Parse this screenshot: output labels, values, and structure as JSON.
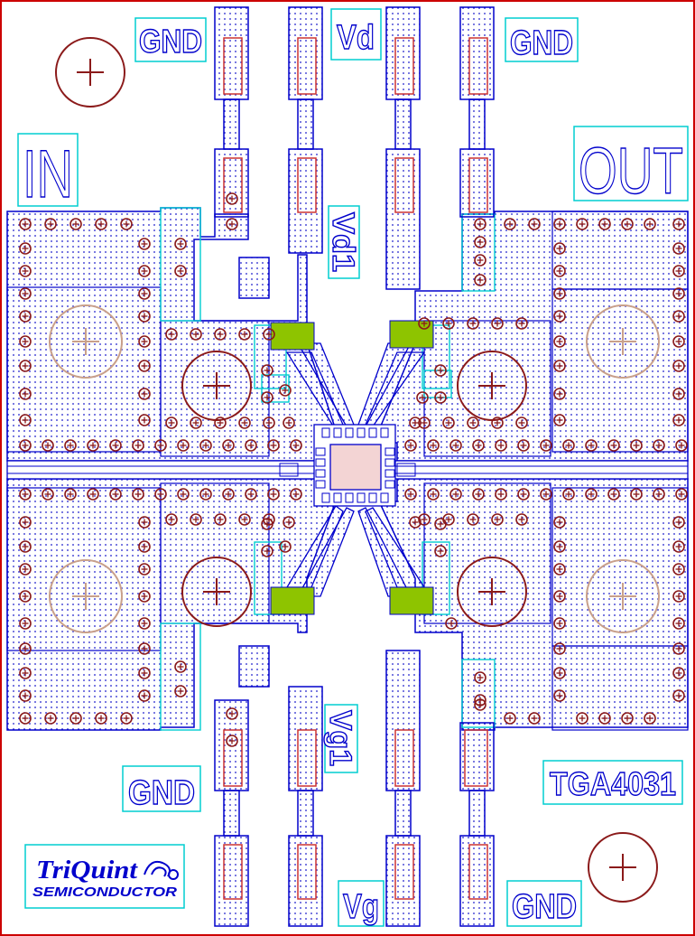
{
  "board": {
    "labels": {
      "gnd_top_left": "GND",
      "vd_top": "Vd",
      "gnd_top_right": "GND",
      "in": "IN",
      "out": "OUT",
      "vd1": "Vd1",
      "vg1": "Vg1",
      "gnd_bottom_left": "GND",
      "part_number": "TGA4031",
      "vg_bottom": "Vg",
      "gnd_bottom_right": "GND"
    },
    "logo": {
      "name": "TriQuint",
      "sub": "SEMICONDUCTOR"
    }
  },
  "colors": {
    "outline": "#cc0000",
    "metal": "#0000cc",
    "dots": "#1a1acc",
    "via": "#8b1a1a",
    "label_box": "#00ced1",
    "cap_fill": "#8ec400",
    "trace_red": "#cc3333"
  }
}
